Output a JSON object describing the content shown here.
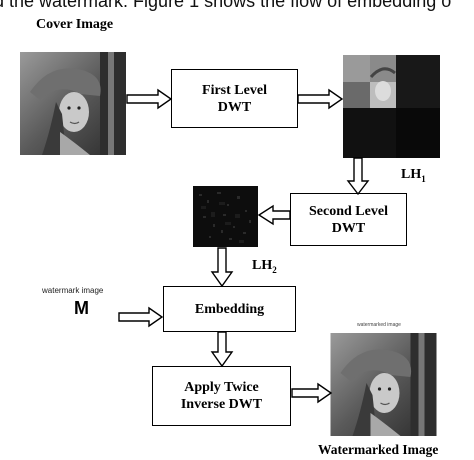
{
  "header_text": "d the watermark. Figure 1 shows the flow of embedding o",
  "labels": {
    "cover_image": "Cover Image",
    "lh1_main": "LH",
    "lh1_sub": "1",
    "lh2_main": "LH",
    "lh2_sub": "2",
    "watermark_image": "watermark image",
    "watermark_glyph": "M",
    "watermarked_caption": "watermarked image",
    "watermarked_image": "Watermarked Image"
  },
  "boxes": {
    "first_level_dwt": [
      "First Level",
      "DWT"
    ],
    "second_level_dwt": [
      "Second Level",
      "DWT"
    ],
    "embedding": [
      "Embedding"
    ],
    "apply_twice_inverse_dwt": [
      "Apply Twice",
      "Inverse DWT"
    ]
  },
  "colors": {
    "line": "#000000",
    "background": "#ffffff",
    "dark_subband": "#0d0d0d"
  }
}
